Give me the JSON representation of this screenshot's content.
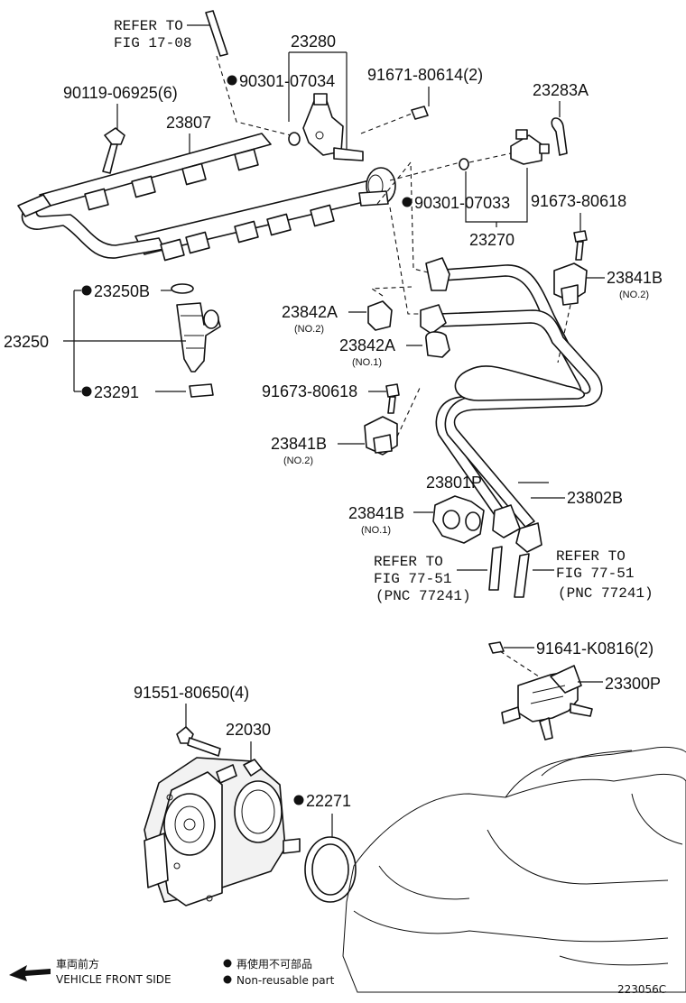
{
  "labels": {
    "refer_fig_17_08_line1": "REFER TO",
    "refer_fig_17_08_line2": "FIG 17-08",
    "p23280": "23280",
    "p90301_07034": "90301-07034",
    "p91671_80614": "91671-80614(2)",
    "p23283A": "23283A",
    "p90119_06925": "90119-06925(6)",
    "p23807": "23807",
    "p90301_07033": "90301-07033",
    "p91673_80618_top": "91673-80618",
    "p23270": "23270",
    "p23841B_top": "23841B",
    "p23841B_top_sub": "(NO.2)",
    "p23250B": "23250B",
    "p23250": "23250",
    "p23291": "23291",
    "p23842A_no2": "23842A",
    "p23842A_no2_sub": "(NO.2)",
    "p23842A_no1": "23842A",
    "p23842A_no1_sub": "(NO.1)",
    "p91673_80618_mid": "91673-80618",
    "p23841B_mid": "23841B",
    "p23841B_mid_sub": "(NO.2)",
    "p23801P": "23801P",
    "p23802B": "23802B",
    "p23841B_low": "23841B",
    "p23841B_low_sub": "(NO.1)",
    "refer_77_51_left_l1": "REFER TO",
    "refer_77_51_left_l2": "FIG 77-51",
    "refer_77_51_left_l3": "(PNC 77241)",
    "refer_77_51_right_l1": "REFER TO",
    "refer_77_51_right_l2": "FIG 77-51",
    "refer_77_51_right_l3": "(PNC 77241)",
    "p91641_K0816": "91641-K0816(2)",
    "p23300P": "23300P",
    "p91551_80650": "91551-80650(4)",
    "p22030": "22030",
    "p22271": "22271"
  },
  "footer": {
    "front_jp": "車両前方",
    "front_en": "VEHICLE FRONT SIDE",
    "nonreuse_jp": "再使用不可部品",
    "nonreuse_en": "Non-reusable part",
    "diagram_id": "223056C"
  },
  "colors": {
    "ink": "#111111",
    "paper": "#ffffff"
  }
}
